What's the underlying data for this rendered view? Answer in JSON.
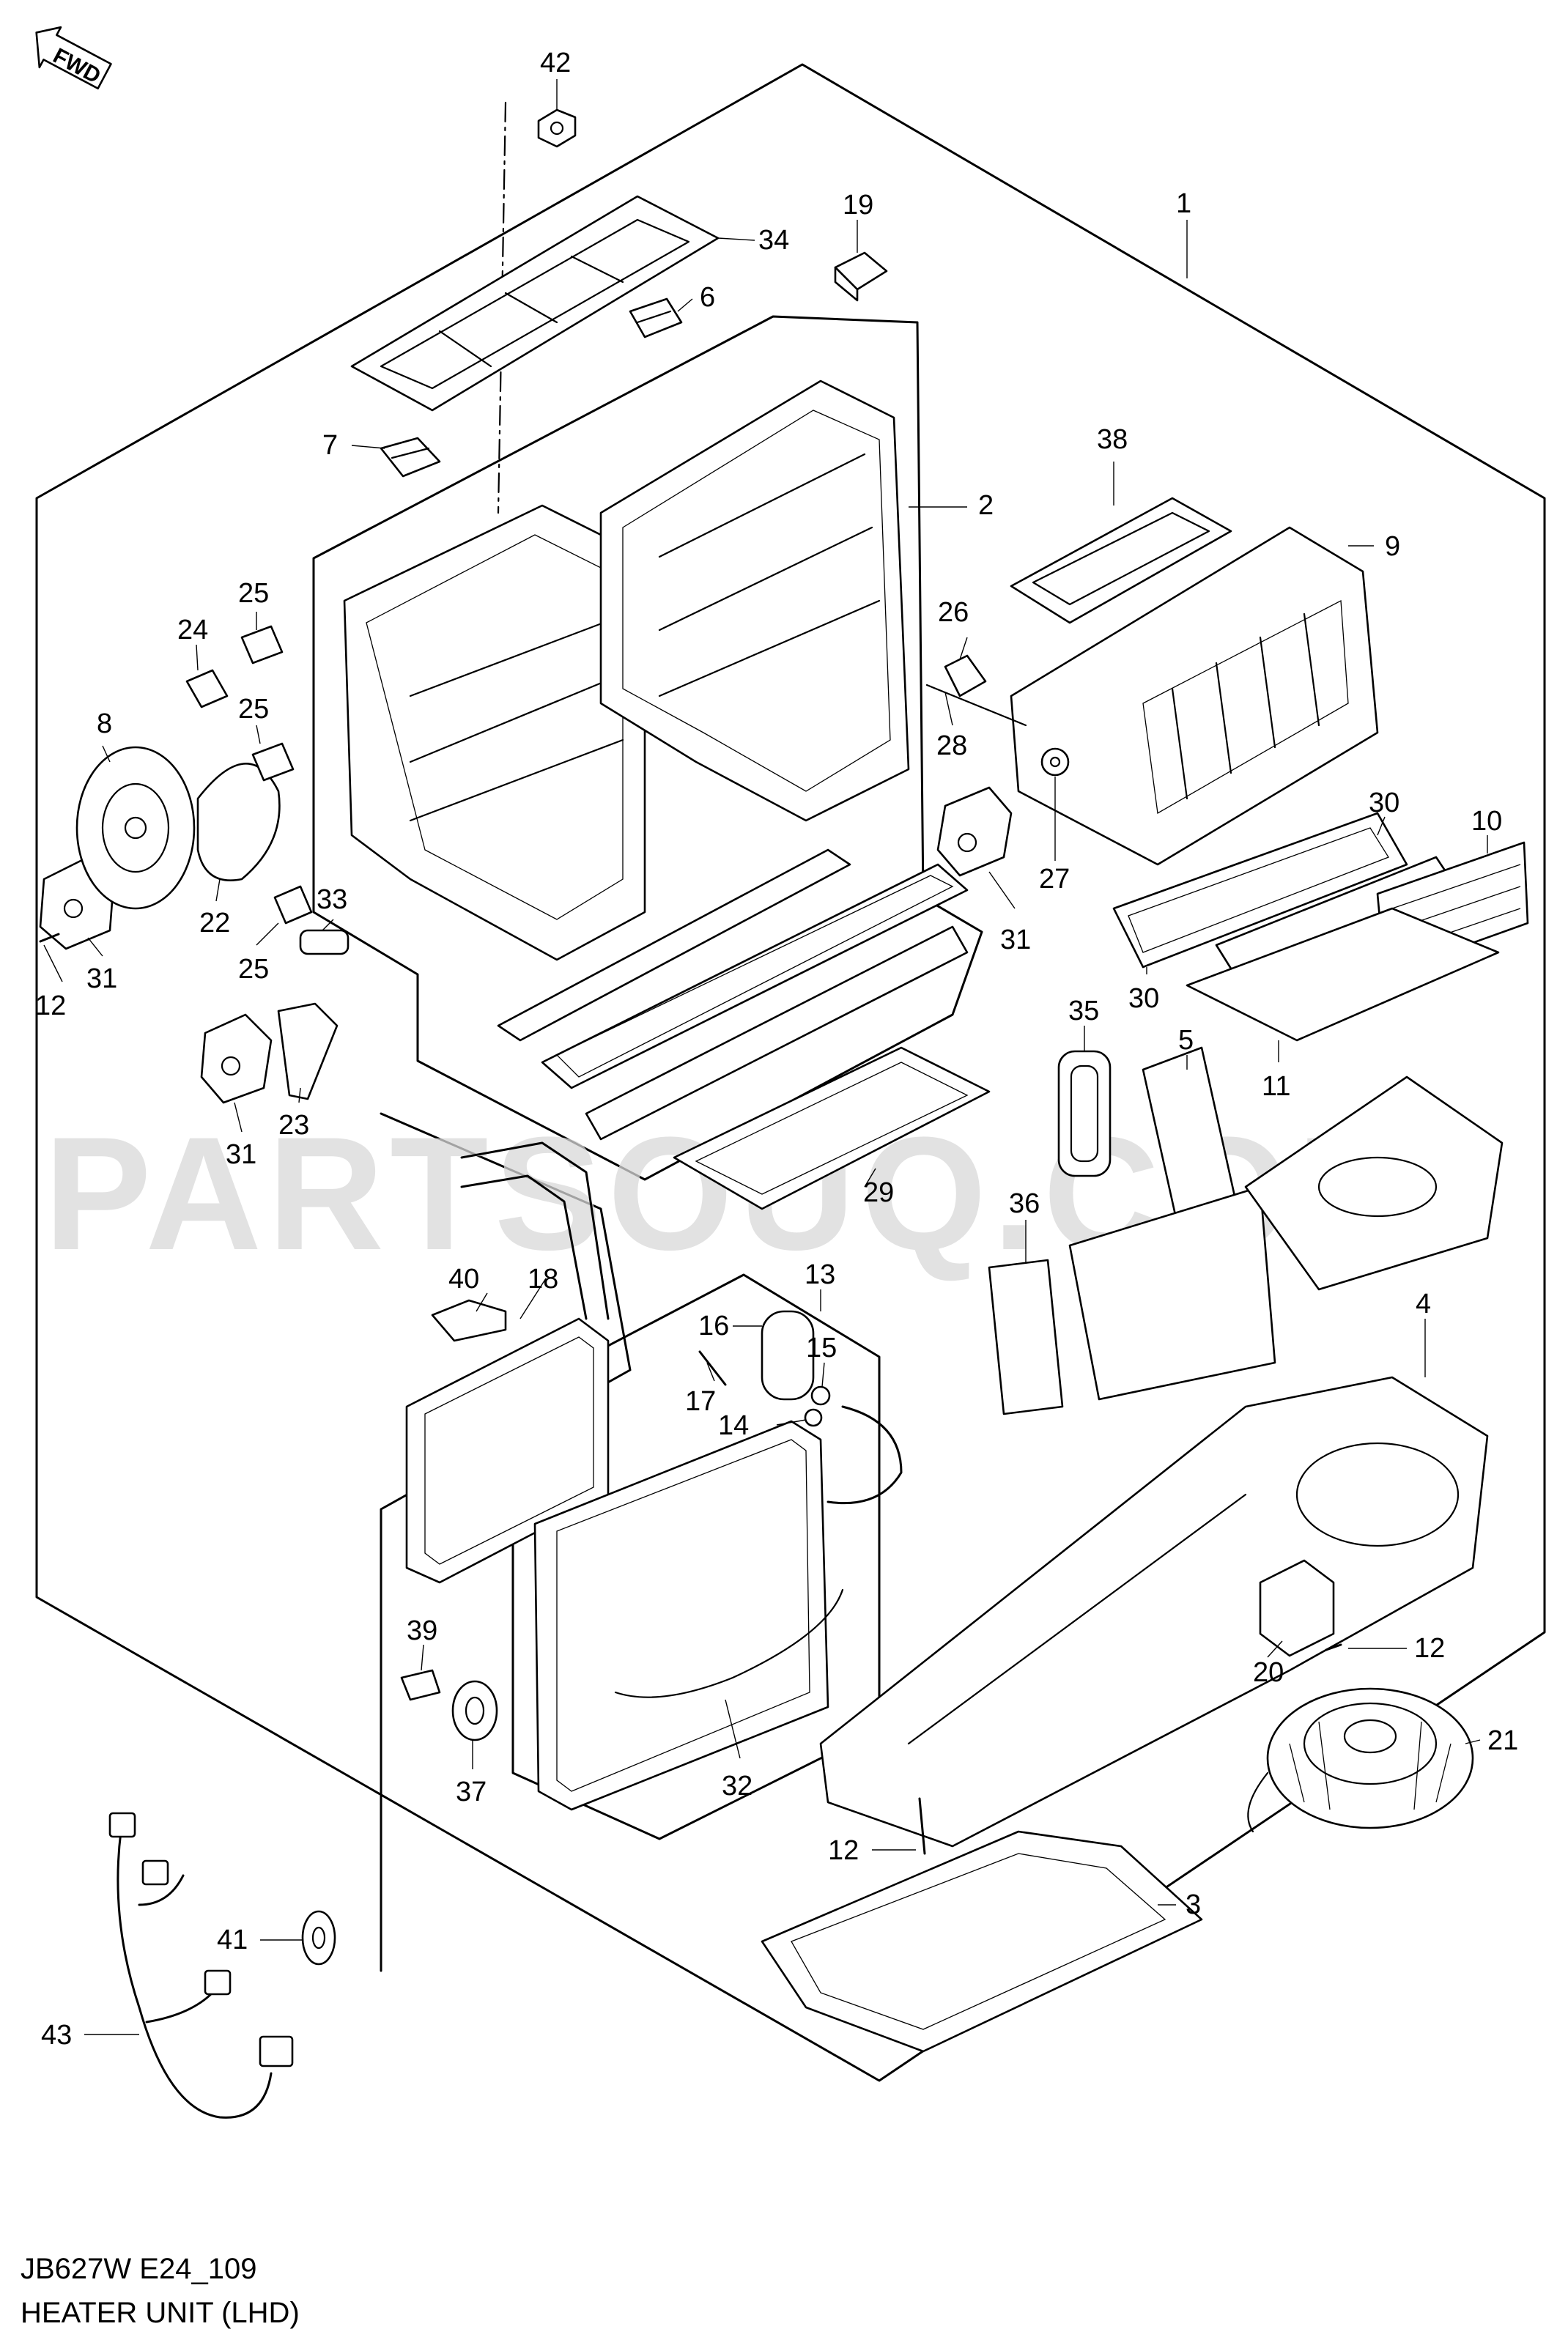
{
  "header": {
    "fwd_badge": "FWD"
  },
  "watermark": "PARTSOUQ.COM",
  "footer": {
    "diagram_code": "JB627W E24_109",
    "title": "HEATER UNIT (LHD)"
  },
  "callouts": {
    "n1": "1",
    "n2": "2",
    "n3": "3",
    "n4": "4",
    "n5": "5",
    "n6": "6",
    "n7": "7",
    "n8": "8",
    "n9": "9",
    "n10": "10",
    "n11": "11",
    "n12a": "12",
    "n12b": "12",
    "n12c": "12",
    "n13": "13",
    "n14": "14",
    "n15": "15",
    "n16": "16",
    "n17": "17",
    "n18": "18",
    "n19": "19",
    "n20": "20",
    "n21": "21",
    "n22": "22",
    "n23": "23",
    "n24": "24",
    "n25a": "25",
    "n25b": "25",
    "n25c": "25",
    "n26": "26",
    "n27": "27",
    "n28": "28",
    "n29": "29",
    "n30a": "30",
    "n30b": "30",
    "n31a": "31",
    "n31b": "31",
    "n31c": "31",
    "n32": "32",
    "n33": "33",
    "n34": "34",
    "n35": "35",
    "n36": "36",
    "n37": "37",
    "n38": "38",
    "n39": "39",
    "n40": "40",
    "n41": "41",
    "n42": "42",
    "n43": "43"
  }
}
